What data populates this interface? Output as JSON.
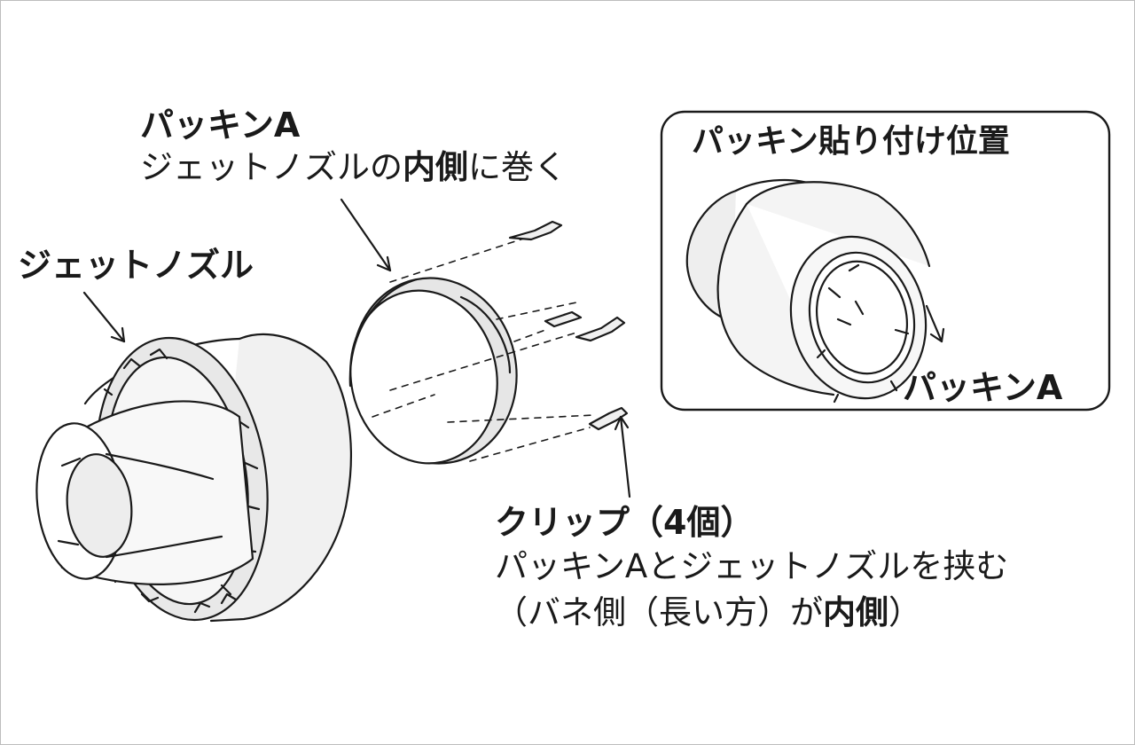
{
  "labels": {
    "packing_a_title": "パッキンA",
    "packing_a_desc": {
      "pre": "ジェットノズルの",
      "bold": "内側",
      "post": "に巻く"
    },
    "jet_nozzle": "ジェットノズル",
    "inset_title": "パッキン貼り付け位置",
    "inset_packing_a": "パッキンA",
    "clip_title": "クリップ（4個）",
    "clip_desc_line1": "パッキンAとジェットノズルを挟む",
    "clip_desc_line2": {
      "pre": "（バネ側（長い方）が",
      "bold": "内側",
      "post": "）"
    }
  }
}
